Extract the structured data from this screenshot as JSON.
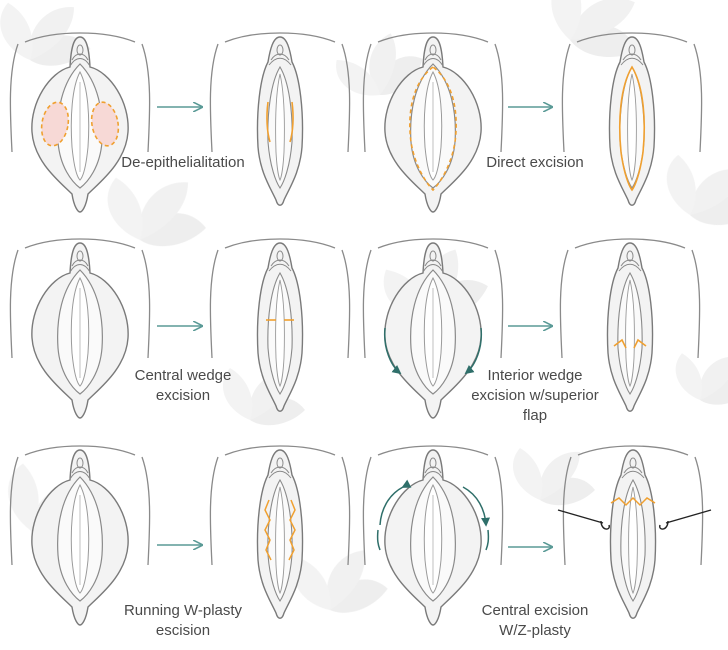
{
  "colors": {
    "outline": "#7a7a7a",
    "fill": "#f2f2f2",
    "incision": "#f0a030",
    "highlight": "#f7d9d6",
    "arrow": "#5a9a96",
    "watermark": "#e6e6e6"
  },
  "procedures": [
    {
      "label": "De-epithelialitation"
    },
    {
      "label": "Direct excision"
    },
    {
      "label": "Central wedge\nexcision"
    },
    {
      "label": "Interior wedge\nexcision w/superior\nflap"
    },
    {
      "label": "Running W-plasty\nescision"
    },
    {
      "label": "Central excision\nW/Z-plasty"
    }
  ]
}
